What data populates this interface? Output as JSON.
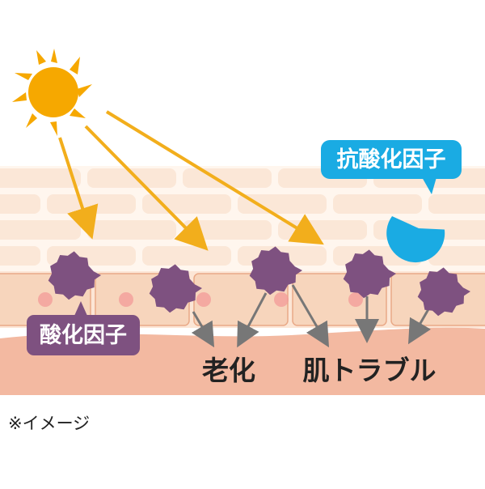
{
  "labels": {
    "antioxidant": "抗酸化因子",
    "oxidant": "酸化因子",
    "aging": "老化",
    "skin_trouble": "肌トラブル",
    "note": "※イメージ"
  },
  "colors": {
    "sun": "#F6A800",
    "arrow": "#F2AE1C",
    "gray_arrow": "#777777",
    "oxidant": "#7E5180",
    "antioxidant": "#1AABE3",
    "brick": "#FBE7D7",
    "brick_border": "#F4CDB2",
    "cell": "#F7D5BC",
    "cell_border": "#E9A987",
    "dermis": "#F3B9A1",
    "spot": "#F39A98"
  },
  "icons": {
    "sun": "sun-icon",
    "oxidant": "oxidant-blob-icon",
    "antioxidant": "antioxidant-pacman-icon"
  }
}
